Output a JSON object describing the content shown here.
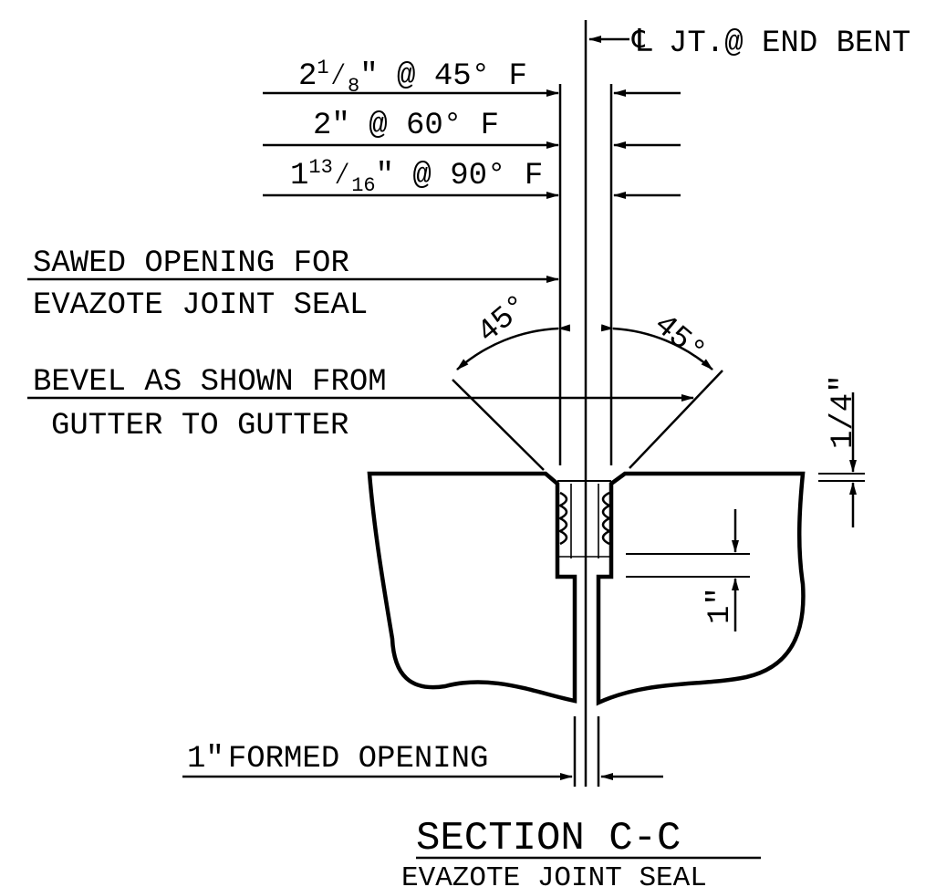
{
  "centerline": {
    "symbol": "℄",
    "label": "JT.@ END BENT"
  },
  "dimensions": {
    "opening_45f": {
      "whole": "2",
      "num": "1",
      "den": "8",
      "rest": "\" @ 45° F"
    },
    "opening_60f": "2\" @ 60° F",
    "opening_90f": {
      "whole": "1",
      "num": "13",
      "den": "16",
      "rest": "\" @ 90° F"
    },
    "quarter_inch": "1/4\"",
    "one_inch": "1\"",
    "formed_opening": {
      "value": "1\"",
      "label": "FORMED OPENING"
    }
  },
  "notes": {
    "sawed_line1": "SAWED OPENING FOR",
    "sawed_line2": "EVAZOTE JOINT SEAL",
    "bevel_line1": "BEVEL AS SHOWN FROM",
    "bevel_line2": "GUTTER TO GUTTER"
  },
  "angles": {
    "left": "45°",
    "right": "45°"
  },
  "title": {
    "main": "SECTION C-C",
    "sub": "EVAZOTE JOINT SEAL"
  }
}
